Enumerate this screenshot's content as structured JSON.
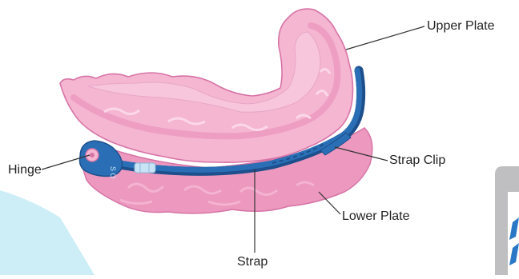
{
  "diagram": {
    "labels": {
      "upper_plate": "Upper Plate",
      "hinge": "Hinge",
      "strap_clip": "Strap Clip",
      "lower_plate": "Lower Plate",
      "strap": "Strap"
    },
    "hinge_marking": "S O",
    "colors": {
      "plate_light": "#f5b6d2",
      "plate_mid": "#ec98bf",
      "plate_dark": "#d774a6",
      "strap_blue": "#2a6fb5",
      "strap_dark": "#1d4f8c",
      "connector": "#c8e3f6",
      "background_accent": "#cdeef6",
      "panel_grey": "#bfbfc1",
      "panel_blue": "#2a78c5",
      "leader_line": "#333333"
    }
  }
}
